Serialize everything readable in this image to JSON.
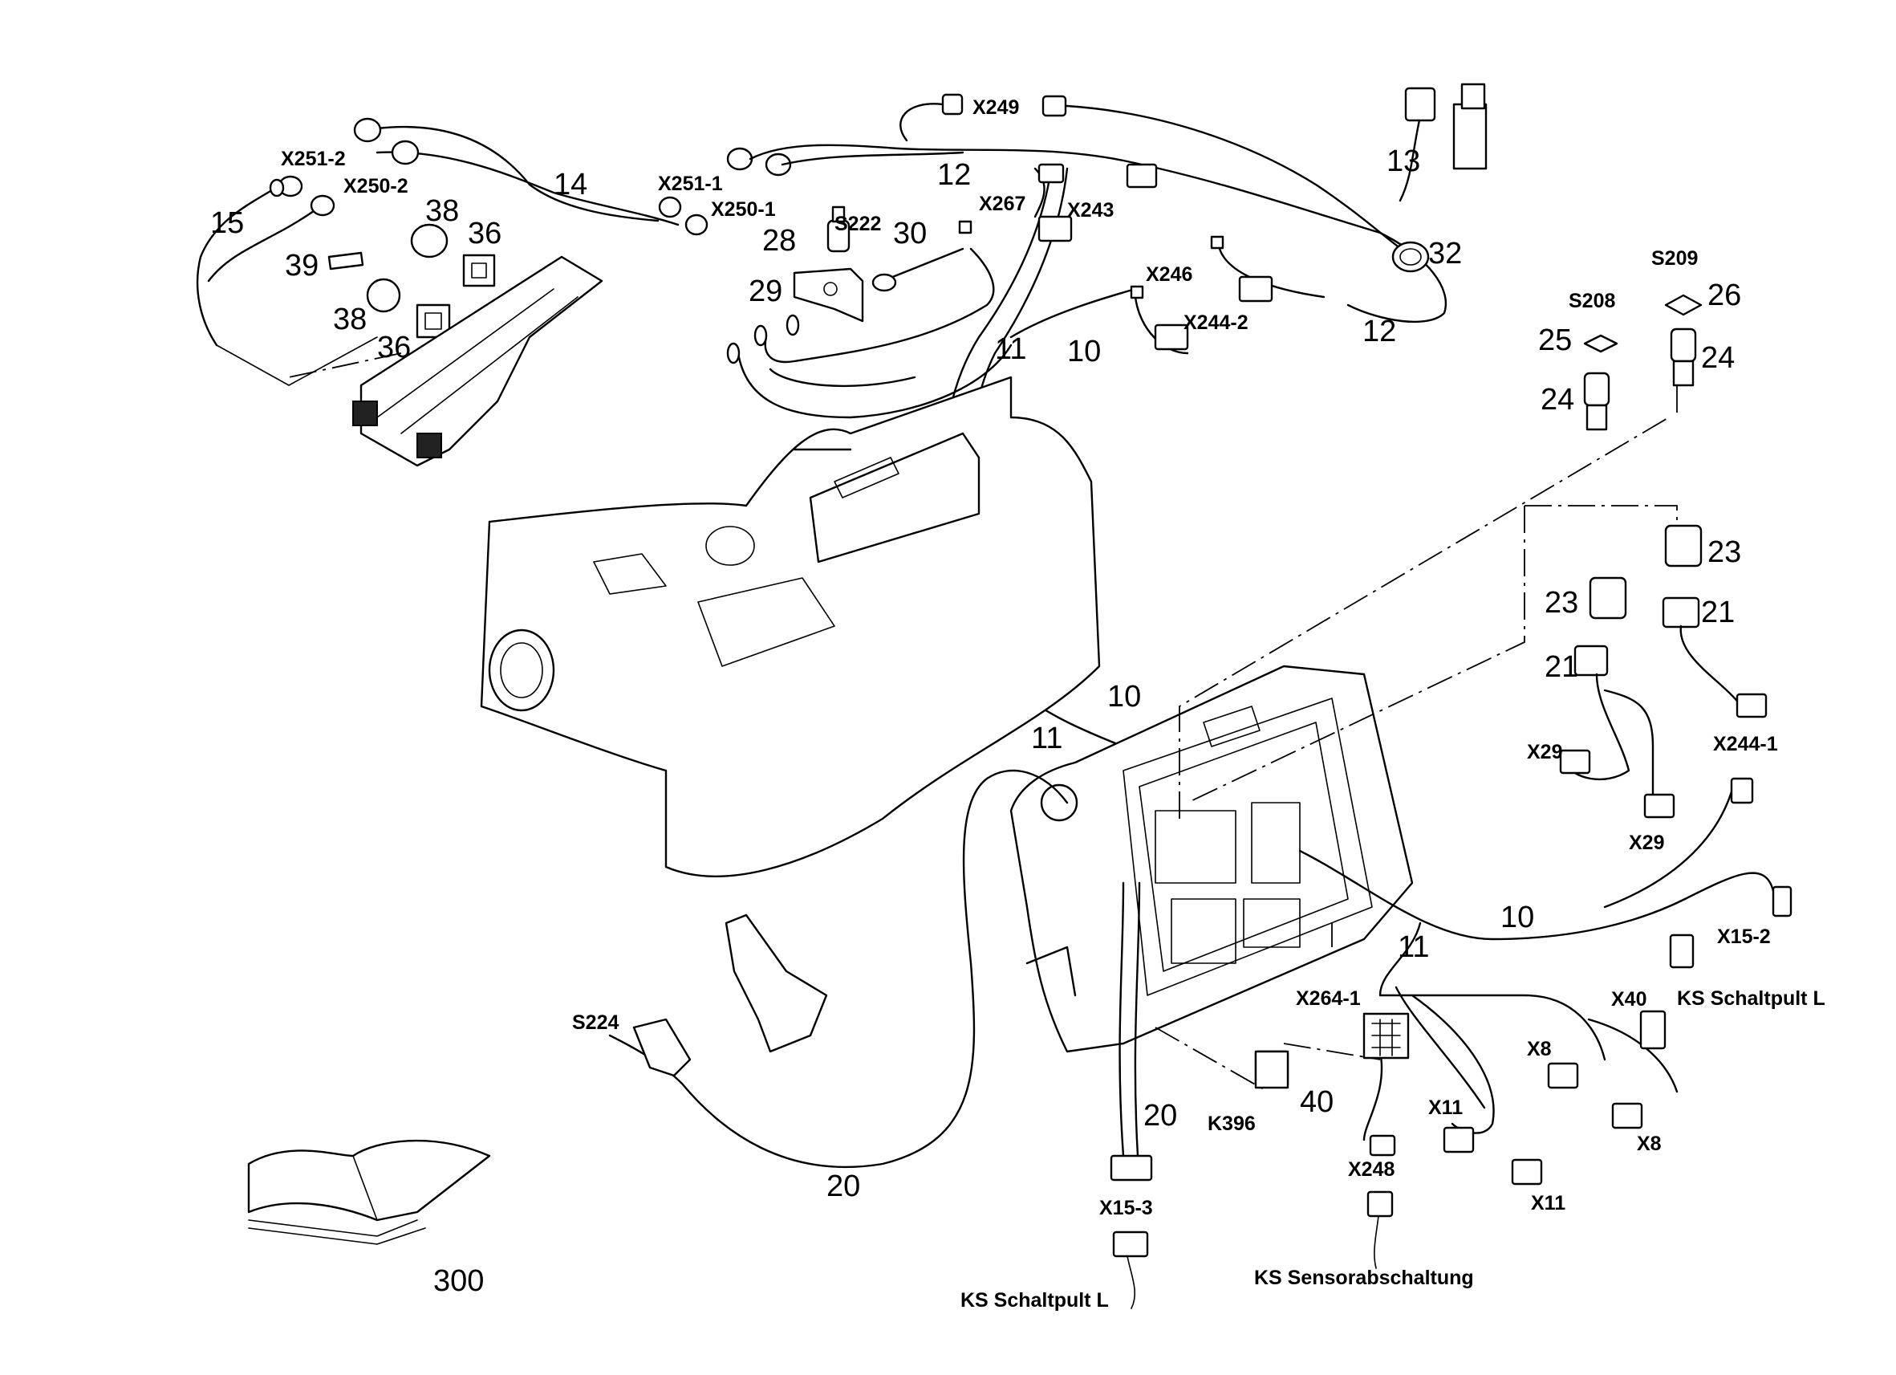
{
  "diagram": {
    "callouts": {
      "n300": "300",
      "n10a": "10",
      "n10b": "10",
      "n10c": "10",
      "n11a": "11",
      "n11b": "11",
      "n11c": "11",
      "n12a": "12",
      "n12b": "12",
      "n13": "13",
      "n14": "14",
      "n15": "15",
      "n20a": "20",
      "n20b": "20",
      "n21a": "21",
      "n21b": "21",
      "n23a": "23",
      "n23b": "23",
      "n24a": "24",
      "n24b": "24",
      "n25": "25",
      "n26": "26",
      "n28": "28",
      "n29": "29",
      "n30": "30",
      "n32": "32",
      "n36a": "36",
      "n36b": "36",
      "n38a": "38",
      "n38b": "38",
      "n39": "39",
      "n40": "40"
    },
    "connectors": {
      "x249": "X249",
      "x251_2": "X251-2",
      "x250_2": "X250-2",
      "x251_1": "X251-1",
      "x250_1": "X250-1",
      "s222": "S222",
      "x267": "X267",
      "x243": "X243",
      "x246": "X246",
      "x244_2": "X244-2",
      "s209": "S209",
      "s208": "S208",
      "x29a": "X29",
      "x29b": "X29",
      "x244_1": "X244-1",
      "x15_2": "X15-2",
      "x40": "X40",
      "x264_1": "X264-1",
      "s224": "S224",
      "k396": "K396",
      "x8a": "X8",
      "x8b": "X8",
      "x11a": "X11",
      "x11b": "X11",
      "x248": "X248",
      "x15_3": "X15-3"
    },
    "texts": {
      "ks_schaltpult_right": "KS Schaltpult L",
      "ks_schaltpult_bottom": "KS Schaltpult L",
      "ks_sensor": "KS Sensorabschaltung"
    }
  }
}
